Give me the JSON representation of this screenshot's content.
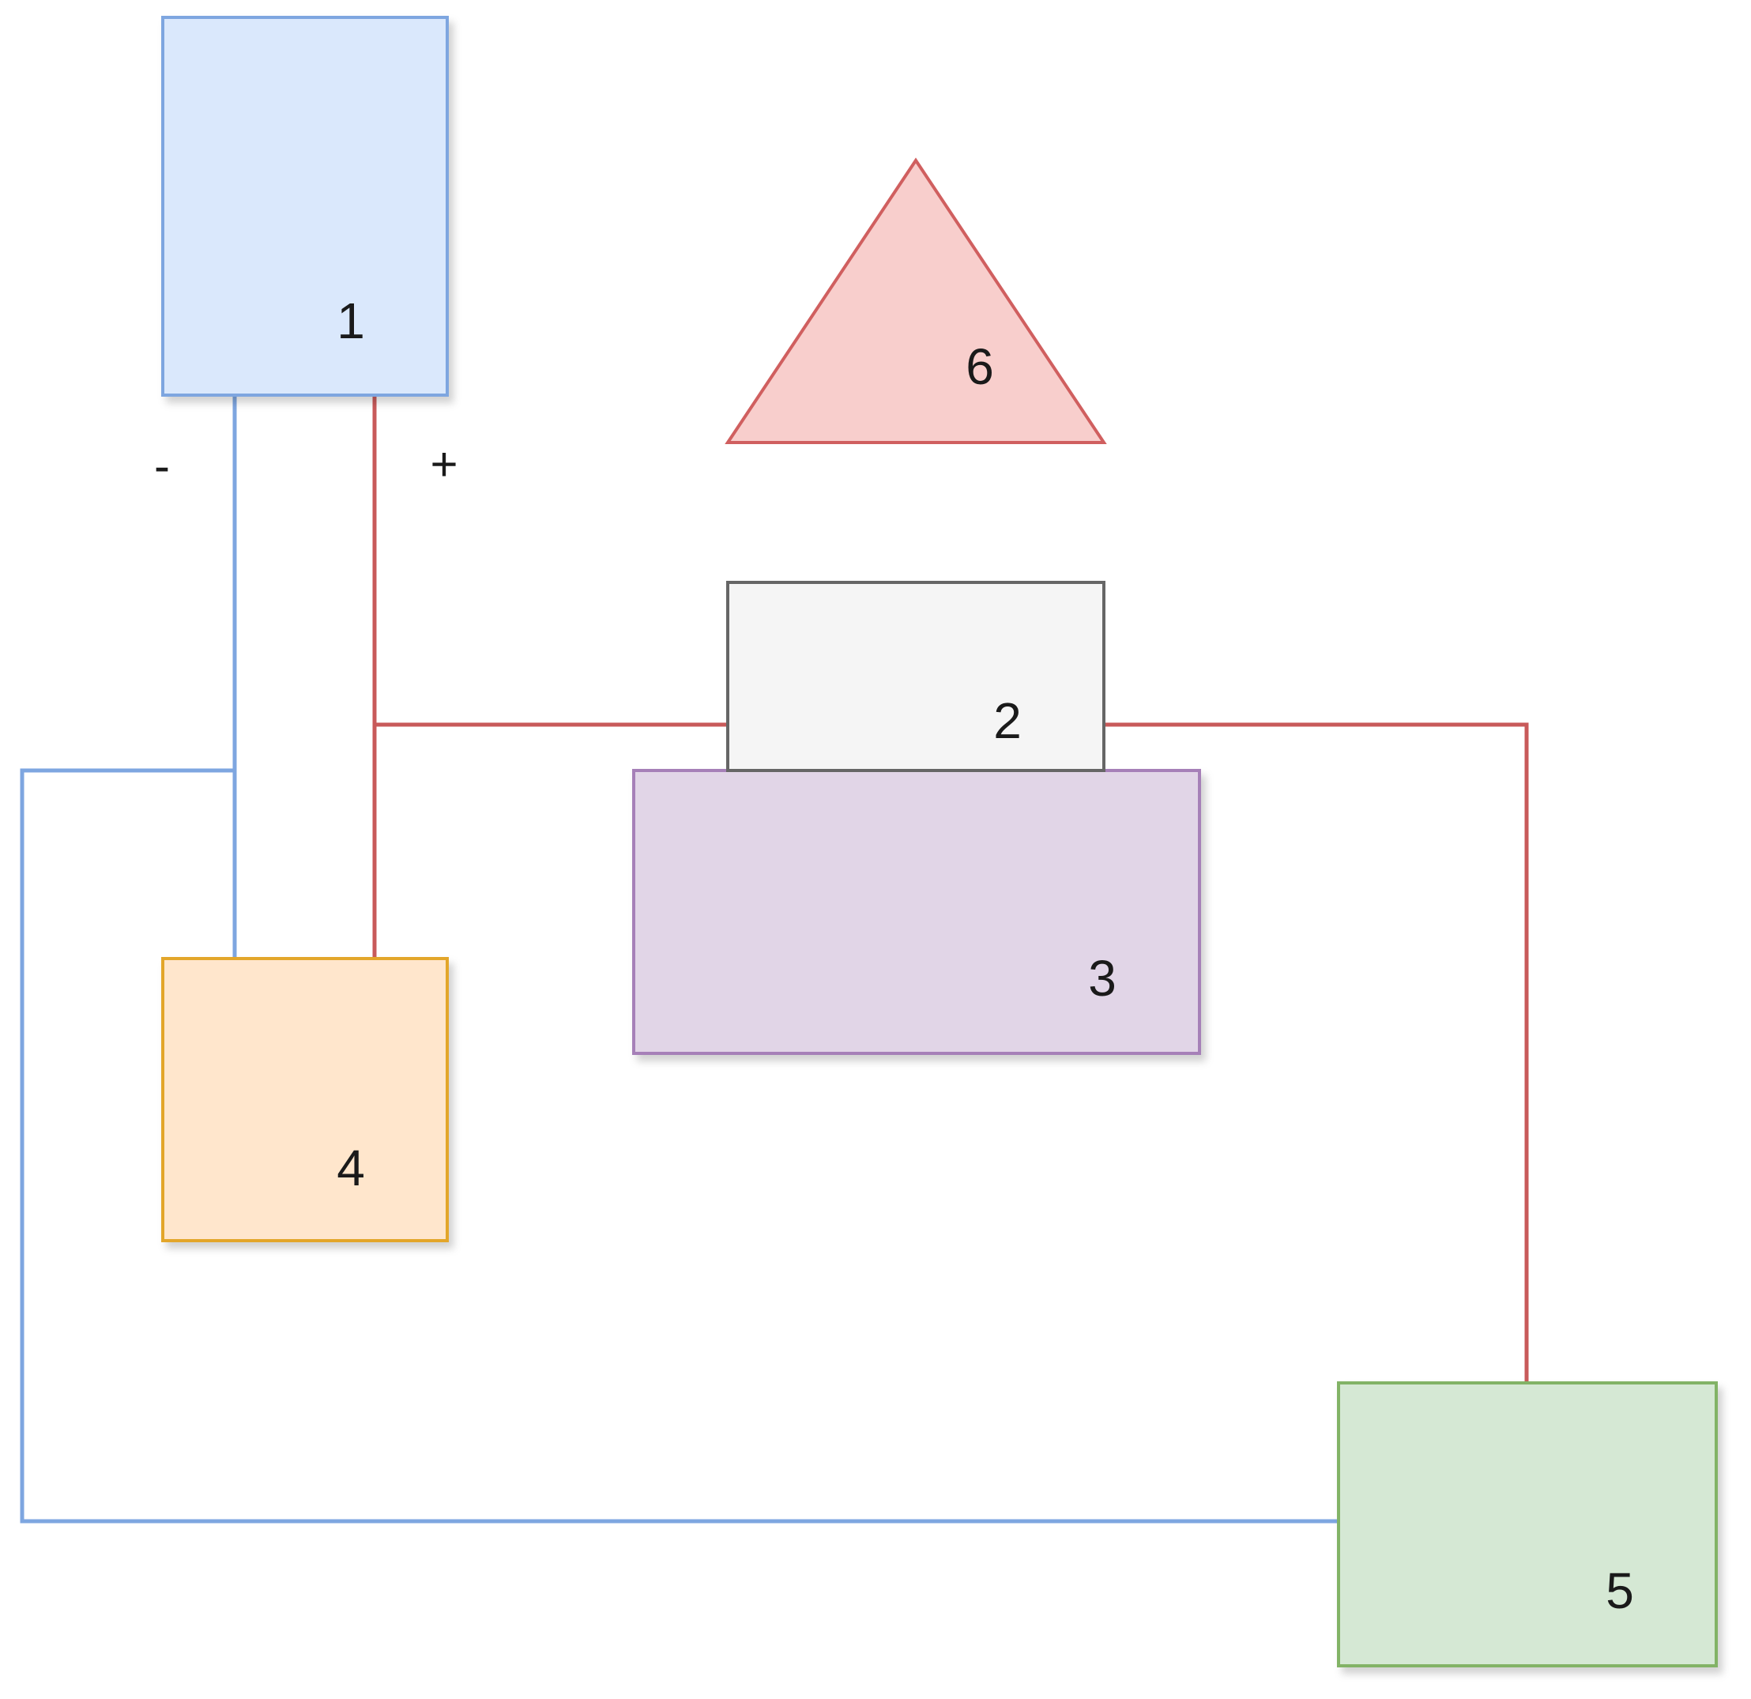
{
  "colors": {
    "blue_wire": "#7ea6e0",
    "red_wire": "#c85a5a",
    "box1_fill": "#dae8fc",
    "box1_stroke": "#7ea6e0",
    "box2_fill": "#f5f5f5",
    "box2_stroke": "#666666",
    "box3_fill": "#e1d5e7",
    "box3_stroke": "#a680b8",
    "box4_fill": "#ffe6cc",
    "box4_stroke": "#e3a62c",
    "box5_fill": "#d5e8d4",
    "box5_stroke": "#82b366",
    "triangle_fill": "#f8cecc",
    "triangle_stroke": "#d05f5f"
  },
  "nodes": {
    "n1": {
      "label": "1"
    },
    "n2": {
      "label": "2"
    },
    "n3": {
      "label": "3"
    },
    "n4": {
      "label": "4"
    },
    "n5": {
      "label": "5"
    },
    "n6": {
      "label": "6"
    }
  },
  "terminals": {
    "minus": "-",
    "plus": "+"
  }
}
